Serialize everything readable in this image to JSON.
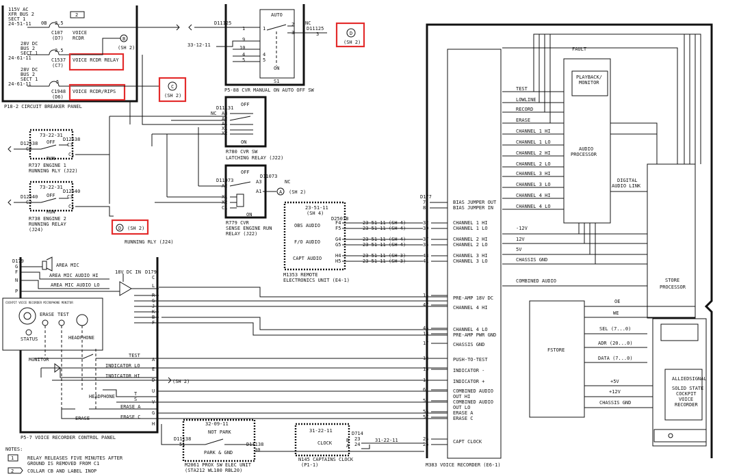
{
  "breaker_panel": {
    "cb1": {
      "supply": [
        "115V AC",
        "XFR BUS 2",
        "SECT 1",
        "24-51-11"
      ],
      "rating": "2.5",
      "id": "C107",
      "loc": "(D7)",
      "pin": "0B",
      "label": "VOICE",
      "label2": "RCDR"
    },
    "cb2": {
      "supply": [
        "28V DC",
        "BUS 2",
        "SECT 1",
        "24-61-11"
      ],
      "rating": "2.5",
      "id": "C1537",
      "loc": "(C7)",
      "label": "VOICE RCDR RELAY"
    },
    "cb3": {
      "supply": [
        "28V DC",
        "BUS 2",
        "SECT 1",
        "24-61-11"
      ],
      "rating": "5",
      "id": "C1948",
      "loc": "(D6)",
      "label": "VOICE RCDR/RIPS"
    },
    "note_flag": "2",
    "ref_b": "B",
    "ref_b_sheet": "(SH 2)",
    "ref_c": "C",
    "ref_c_sheet": "(SH 2)",
    "caption": "P18-2   CIRCUIT BREAKER PANEL"
  },
  "cvr_switch": {
    "conn": "D11125",
    "pin_1": "1",
    "pin_9": "9",
    "pin_10": "10",
    "pin_4": "4",
    "pin_5": "5",
    "sw_2": "2",
    "sw_1": "1",
    "sw_3": "3",
    "sw_4": "4",
    "sw_5": "5",
    "ref": "33-12-11",
    "auto": "AUTO",
    "on": "ON",
    "id": "S1",
    "nc": "NC",
    "out_conn": "D11125",
    "out_pin": "3",
    "ref_d": "D",
    "ref_d_sheet": "(SH 2)",
    "caption": "P5-88  CVR MANUAL ON AUTO OFF SW"
  },
  "latch_relay": {
    "conn": "D11131",
    "off": "OFF",
    "on": "ON",
    "pins": [
      "NC",
      "A3",
      "A2",
      "A1",
      "X1",
      "X2"
    ],
    "caption1": "R780    CVR SW",
    "caption2": "LATCHING RELAY (J22)"
  },
  "engine1_relay": {
    "ref": "73-22-31",
    "conn_l": "D12538",
    "conn_r": "D12538",
    "off": "OFF",
    "run": "RUN",
    "pins": [
      "C2",
      "C3",
      "C1"
    ],
    "caption1": "R737  ENGINE 1",
    "caption2": "RUNNING RLY (J22)"
  },
  "engine2_relay": {
    "ref": "73-22-31",
    "conn_l": "D12540",
    "conn_r": "D12540",
    "off": "OFF",
    "run": "RUN",
    "pins": [
      "C2",
      "C3",
      "C1"
    ],
    "caption1": "R738  ENGINE 2",
    "caption2": "RUNNING RELAY",
    "caption3": "(J24)",
    "ref_d": "D",
    "ref_d_sheet": "(SH 2)",
    "footer": "RUNNING RLY (J24)"
  },
  "sense_relay": {
    "conn": "D11073",
    "conn2": "D11073",
    "off": "OFF",
    "on": "ON",
    "nc": "NC",
    "pins_l": [
      "A2",
      "X1",
      "X2",
      "C1"
    ],
    "pins_r": [
      "A3",
      "A1"
    ],
    "ref_a": "A",
    "ref_a_sheet": "(SH 2)",
    "caption1": "R779    CVR",
    "caption2": "SENSE ENGINE RUN",
    "caption3": "RELAY (J22)"
  },
  "reu": {
    "ref": "23-51-11",
    "ref_sheet": "(SH 4)",
    "conn": "D2501B",
    "rows": [
      {
        "label": "OBS AUDIO",
        "p1": "F4",
        "p2": "F5",
        "r1": "23-51-11 (SH 4)",
        "r2": "23-51-11 (SH 4)"
      },
      {
        "label": "F/O AUDIO",
        "p1": "G4",
        "p2": "G5",
        "r1": "23-51-11 (SH 4)",
        "r2": "23-51-11 (SH 4)"
      },
      {
        "label": "CAPT AUDIO",
        "p1": "H4",
        "p2": "H5",
        "r1": "23-51-11 (SH 3)",
        "r2": "23-51-11 (SH 3)"
      }
    ],
    "caption1": "M1353   REMOTE",
    "caption2": "ELECTRONICS UNIT (E4-1)"
  },
  "control_panel": {
    "conn": "D179",
    "conn2": "D179",
    "pins_l": [
      "G",
      "F",
      "N",
      "P"
    ],
    "area_mic": "AREA MIC",
    "mic_hi": "AREA MIC AUDIO HI",
    "mic_lo": "AREA MIC AUDIO LO",
    "dc_in": "18V DC IN",
    "pins_r": [
      "C",
      "L",
      "R",
      "G",
      "J",
      "K",
      "B",
      "F"
    ],
    "face_title": "COCKPIT VOICE RECORDER MICROPHONE MONITOR",
    "erase": "ERASE",
    "test": "TEST",
    "status": "STATUS",
    "headphone": "HEADPHONE",
    "monitor": "MONITOR",
    "sig_test": "TEST",
    "sig_ind_lo": "INDICATOR LO",
    "sig_ind_hi": "INDICATOR HI",
    "sig_headphone": "HEADPHONE",
    "sig_erase_a": "ERASE A",
    "sig_erase_c": "ERASE C",
    "sh2": "(SH 2)",
    "erase_btn": "ERASE",
    "pins_out": [
      "A",
      "E",
      "D",
      "T",
      "S",
      "U",
      "V",
      "G",
      "H"
    ],
    "caption": "P5-7    VOICE RECORDER CONTROL PANEL"
  },
  "prox_unit": {
    "ref": "32-09-11",
    "conn": "D11138",
    "conn2": "D11138",
    "not_park": "NOT PARK",
    "park": "PARK & GND",
    "pin_l": "51",
    "pin_r": "30",
    "caption1": "M2061   PROX SW ELEC UNIT",
    "caption2": "(STA212 WL180 RBL20)"
  },
  "captains_clock": {
    "ref": "31-22-11",
    "conn": "D714",
    "clock": "CLOCK",
    "pb": "B",
    "pa": "A",
    "p23": "23",
    "p24": "24",
    "out_ref": "31-22-11",
    "caption1": "N145   CAPTAINS CLOCK",
    "caption2": "(P1-1)"
  },
  "recorder": {
    "conn": "D177",
    "pin7": "7",
    "pin8": "8",
    "left_pins": [
      "32",
      "30",
      "37",
      "35",
      "43",
      "41",
      "14",
      "47",
      "45",
      "13",
      "17",
      "12",
      "16",
      "15",
      "6",
      "5",
      "55",
      "57",
      "25",
      "26"
    ],
    "left_labels": [
      "BIAS JUMPER OUT",
      "BIAS JUMPER IN",
      "CHANNEL 1 HI",
      "CHANNEL 1 LO",
      "CHANNEL 2 HI",
      "CHANNEL 2 LO",
      "CHANNEL 3 HI",
      "CHANNEL 3 LO",
      "PRE-AMP 18V DC",
      "CHANNEL 4 HI",
      "CHANNEL 4 LO",
      "PRE-AMP PWR GND",
      "CHASSIS GND",
      "PUSH-TO-TEST",
      "INDICATOR -",
      "INDICATOR +",
      "COMBINED AUDIO",
      "OUT HI",
      "COMBINED AUDIO",
      "OUT LO",
      "ERASE A",
      "ERASE C",
      "CAPT CLOCK"
    ],
    "bus_labels": [
      "TEST",
      "LOWLINE",
      "RECORD",
      "ERASE",
      "CHANNEL 1 HI",
      "CHANNEL 1 LO",
      "CHANNEL 2 HI",
      "CHANNEL 2 LO",
      "CHANNEL 3 HI",
      "CHANNEL 3 LO",
      "CHANNEL 4 HI",
      "CHANNEL 4 LO"
    ],
    "fault": "FAULT",
    "playback": "PLAYBACK/",
    "monitor": "MONITOR",
    "audio": "AUDIO",
    "processor": "PROCESSOR",
    "digital": "DIGITAL",
    "audio_link": "AUDIO LINK",
    "v12n": "-12V",
    "v12": "12V",
    "v5": "5V",
    "chassis": "CHASSIS GND",
    "combined": "COMBINED AUDIO",
    "store": "STORE",
    "store2": "PROCESSOR",
    "fstore": "FSTORE",
    "oe": "OE",
    "we": "WE",
    "sel": "SEL (7...0)",
    "adr": "ADR (20...0)",
    "data": "DATA (7...0)",
    "p5": "+5V",
    "p12": "+12V",
    "cgnd": "CHASSIS GND",
    "allied": "ALLIEDSIGNAL",
    "ss1": "SOLID STATE",
    "ss2": "COCKPIT",
    "ss3": "VOICE",
    "ss4": "RECORDER",
    "caption": "M383    VOICE RECORDER (E6-1)"
  },
  "notes": {
    "title": "NOTES:",
    "n1": "1",
    "t1a": "RELAY RELEASES FIVE MINUTES AFTER",
    "t1b": "GROUND IS REMOVED FROM C1",
    "n2": "2",
    "t2": "COLLAR CB AND LABEL INOP"
  }
}
